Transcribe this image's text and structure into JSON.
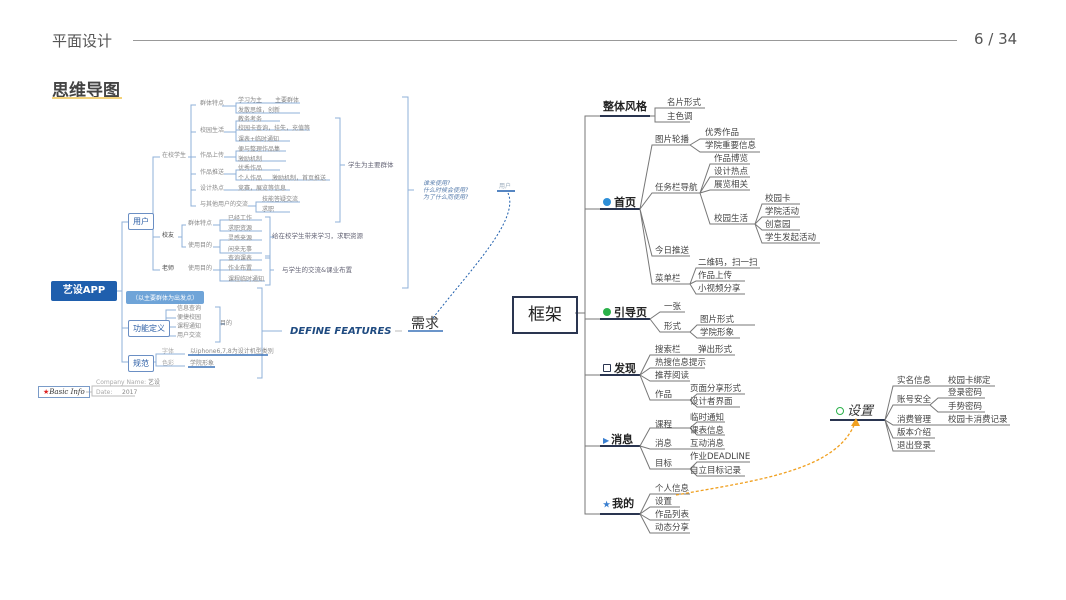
{
  "header": {
    "title": "平面设计",
    "page": "6 / 34"
  },
  "section_title": "思维导图",
  "left_map": {
    "root": "艺设APP",
    "users": {
      "label": "用户",
      "students": {
        "label": "在校学生",
        "groups": [
          {
            "label": "群体特点",
            "items": [
              "学习为主",
              "发散思维，创新"
            ],
            "extra": "主要群体"
          },
          {
            "label": "校园生活",
            "items": [
              "教务考务",
              "校园卡查询，挂失，充值等",
              "课表+临时通知"
            ]
          },
          {
            "label": "作品上传",
            "items": [
              "便与整理作品集",
              "激励机制"
            ]
          },
          {
            "label": "作品推送",
            "items": [
              "优秀作品",
              "个人作品"
            ],
            "extra": "激励机制，首页推送"
          },
          {
            "label": "设计热点",
            "items": [
              "竞赛，展览等信息"
            ]
          },
          {
            "label": "与其他用户的交流",
            "items": [
              "技能答疑交流",
              "求职"
            ]
          }
        ],
        "summary": "学生为主要群体"
      },
      "alumni": {
        "label": "校友",
        "groups": [
          {
            "label": "群体特点",
            "items": [
              "已经工作",
              "求职资源"
            ]
          },
          {
            "label": "使用目的",
            "items": [
              "灵感来源",
              "闲来无事"
            ]
          }
        ],
        "summary": "给在校学生带来学习，求职资源"
      },
      "teachers": {
        "label": "老师",
        "groups": [
          {
            "label": "使用目的",
            "items": [
              "查询课表",
              "作业布置",
              "课程临时通知"
            ]
          }
        ],
        "summary": "与学生的交流&课业布置"
      }
    },
    "function_def": {
      "label": "功能定义",
      "callout": "（以主要群体为出发点）",
      "items": [
        "信息查询",
        "便捷校园",
        "课程通知",
        "用户交流"
      ],
      "summary": "目的"
    },
    "spec": {
      "label": "规范",
      "rows": [
        {
          "label": "字体",
          "value": "以iphone6,7,8为设计机型类别"
        },
        {
          "label": "色彩",
          "value": "学院形象"
        }
      ]
    },
    "basic_info": {
      "label": "Basic Info",
      "rows": [
        {
          "label": "Company Name:",
          "value": "艺设"
        },
        {
          "label": "Date:",
          "value": "2017"
        }
      ]
    },
    "questions": [
      "谁来使用?",
      "什么时候会使用?",
      "为了什么而使用?"
    ],
    "question_target": "用户",
    "define_features": "DEFINE FEATURES",
    "demand": "需求"
  },
  "right_map": {
    "root": "框架",
    "branches": [
      {
        "label": "整体风格",
        "icon": "none",
        "children": [
          {
            "label": "名片形式"
          },
          {
            "label": "主色调"
          }
        ]
      },
      {
        "label": "首页",
        "icon": "question-icon",
        "children": [
          {
            "label": "图片轮播",
            "items": [
              "优秀作品",
              "学院重要信息"
            ]
          },
          {
            "label": "任务栏导航",
            "items": [
              "作品博览",
              "设计热点",
              "展览相关"
            ],
            "sub": {
              "label": "校园生活",
              "items": [
                "校园卡",
                "学院活动",
                "创意园",
                "学生发起活动"
              ]
            }
          },
          {
            "label": "今日推送"
          },
          {
            "label": "菜单栏",
            "items": [
              "二维码，扫一扫",
              "作品上传",
              "小视频分享"
            ]
          }
        ]
      },
      {
        "label": "引导页",
        "icon": "check-icon",
        "children": [
          {
            "label": "一张"
          },
          {
            "label": "形式",
            "items": [
              "图片形式",
              "学院形象"
            ]
          }
        ]
      },
      {
        "label": "发现",
        "icon": "image-icon",
        "children": [
          {
            "label": "搜索栏",
            "items": [
              "弹出形式"
            ]
          },
          {
            "label": "热搜信息提示"
          },
          {
            "label": "推荐阅读"
          },
          {
            "label": "作品",
            "items": [
              "页面分享形式",
              "设计者界面"
            ]
          }
        ]
      },
      {
        "label": "消息",
        "icon": "flag-icon",
        "children": [
          {
            "label": "课程",
            "items": [
              "临时通知",
              "课表信息"
            ]
          },
          {
            "label": "消息",
            "items": [
              "互动消息"
            ]
          },
          {
            "label": "目标",
            "items": [
              "作业DEADLINE",
              "自立目标记录"
            ]
          }
        ]
      },
      {
        "label": "我的",
        "icon": "star-icon",
        "children": [
          {
            "label": "个人信息"
          },
          {
            "label": "设置"
          },
          {
            "label": "作品列表"
          },
          {
            "label": "动态分享"
          }
        ]
      }
    ],
    "settings": {
      "label": "设置",
      "children": [
        {
          "label": "实名信息",
          "items": [
            "校园卡绑定"
          ]
        },
        {
          "label": "账号安全",
          "items": [
            "登录密码",
            "手势密码"
          ]
        },
        {
          "label": "消费管理",
          "items": [
            "校园卡消费记录"
          ]
        },
        {
          "label": "版本介绍"
        },
        {
          "label": "退出登录"
        }
      ]
    }
  },
  "colors": {
    "blue": "#1f5fad",
    "line_blue": "#6b8fc4",
    "orange": "#f0a020",
    "dark": "#2a3550"
  }
}
